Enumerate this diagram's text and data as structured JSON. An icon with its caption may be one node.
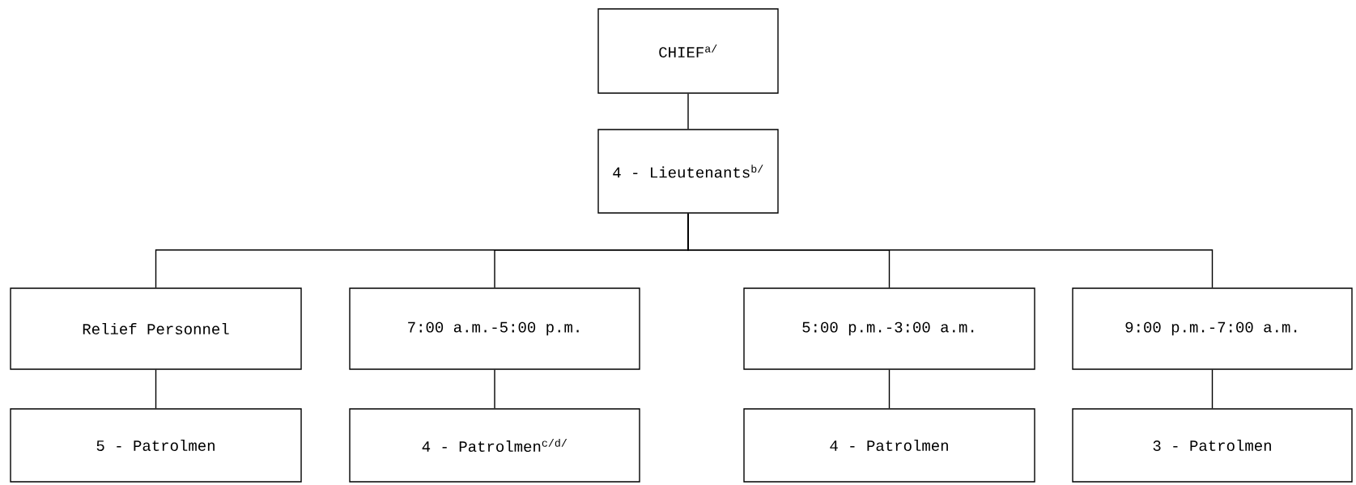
{
  "diagram": {
    "nodes": [
      {
        "text": [
          "CHIEF$^{a/}$"
        ]
      },
      {
        "text": [
          "4 - Lieutenants$^{b/}$"
        ]
      },
      {
        "text": [
          "Relief Personnel"
        ]
      },
      {
        "text": [
          "7:00 a.m.-5:00 p.m."
        ]
      },
      {
        "text": [
          "5:00 p.m.-3:00 a.m."
        ]
      },
      {
        "text": [
          "9:00 p.m.-7:00 a.m."
        ]
      },
      {
        "text": [
          "5 - Patrolmen"
        ]
      },
      {
        "text": [
          "4 - Patrolmen$^{c/d/}$"
        ]
      },
      {
        "text": [
          "4 - Patrolmen"
        ]
      },
      {
        "text": [
          "3 - Patrolmen"
        ]
      }
    ],
    "edges": [
      {
        "from": 0,
        "to": 1,
        "arrow": "none"
      },
      {
        "from": 1,
        "to": 2,
        "arrow": "none"
      },
      {
        "from": 1,
        "to": 3,
        "arrow": "none"
      },
      {
        "from": 1,
        "to": 4,
        "arrow": "none"
      },
      {
        "from": 1,
        "to": 5,
        "arrow": "none"
      },
      {
        "from": 2,
        "to": 6,
        "arrow": "none"
      },
      {
        "from": 3,
        "to": 7,
        "arrow": "none"
      },
      {
        "from": 4,
        "to": 8,
        "arrow": "none"
      },
      {
        "from": 5,
        "to": 9,
        "arrow": "none"
      }
    ]
  }
}
